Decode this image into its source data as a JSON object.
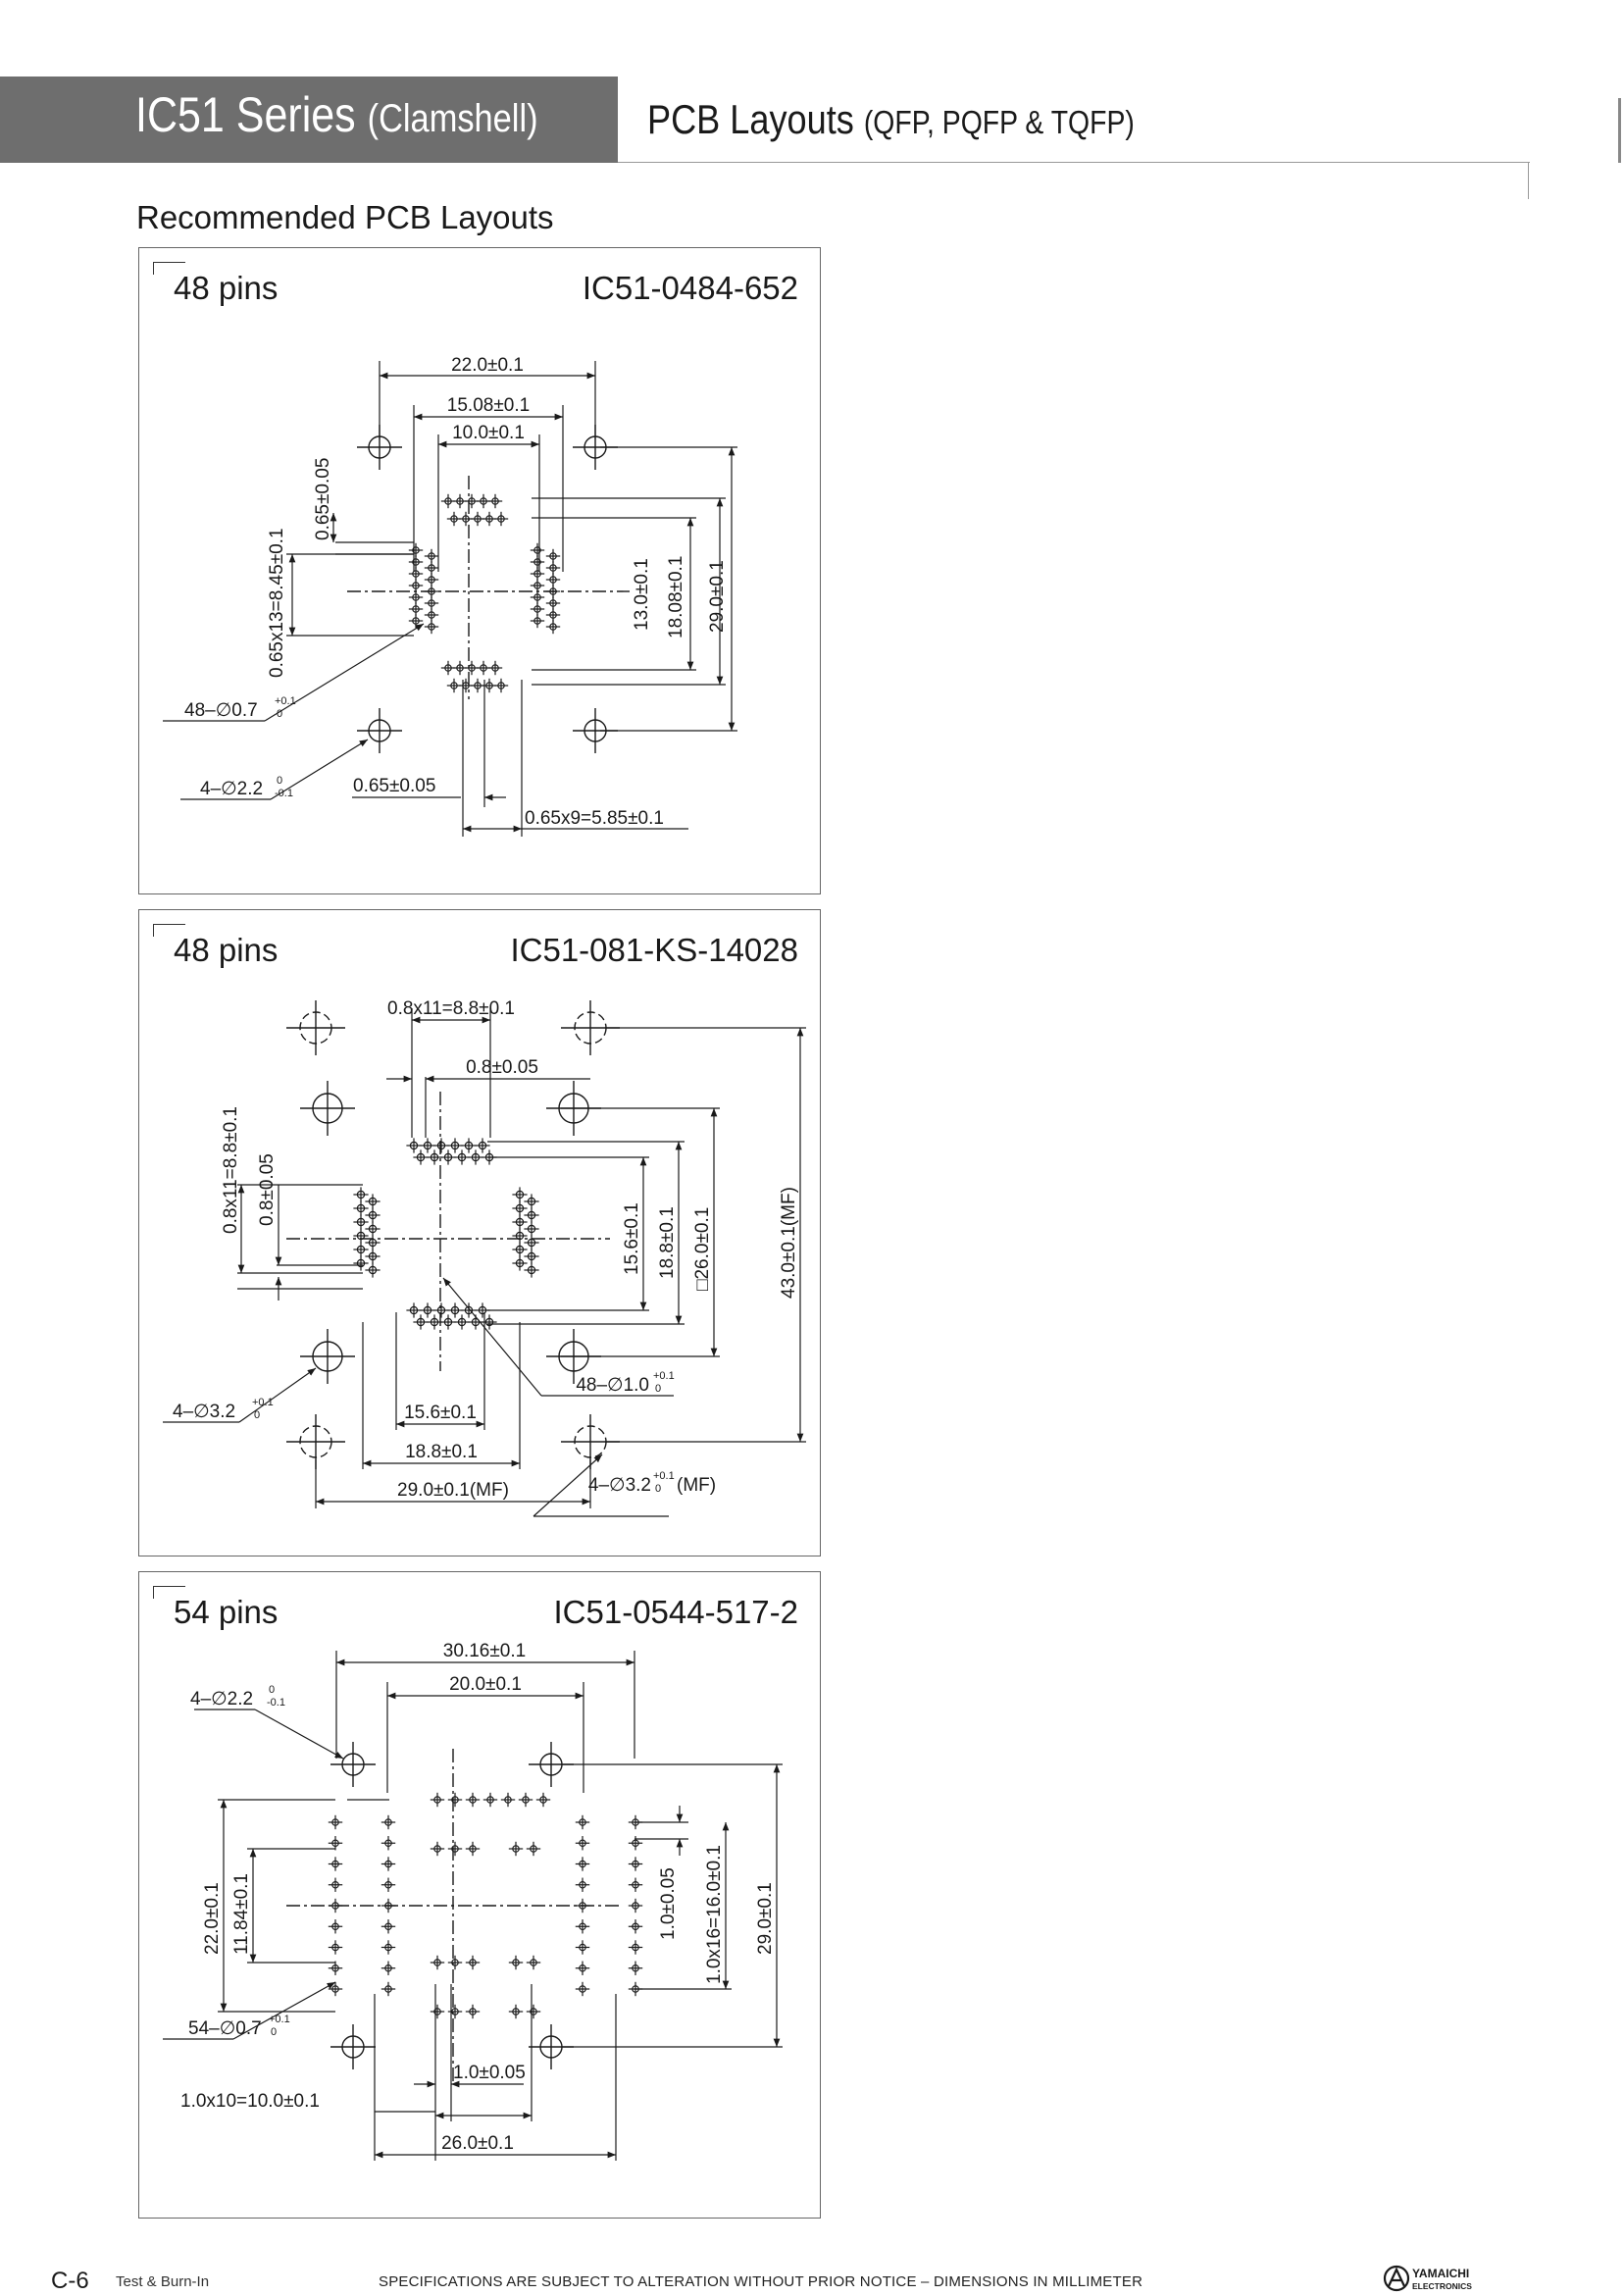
{
  "header": {
    "series_main": "IC51 Series",
    "series_sub": "(Clamshell)",
    "layout_main": "PCB Layouts",
    "layout_sub": "(QFP, PQFP & TQFP)"
  },
  "section_title": "Recommended PCB Layouts",
  "panels": [
    {
      "pins": "48 pins",
      "part": "IC51-0484-652",
      "dims": {
        "d1": "22.0±0.1",
        "d2": "15.08±0.1",
        "d3": "10.0±0.1",
        "d4": "0.65±0.05",
        "d5": "0.65x13=8.45±0.1",
        "d6": "13.0±0.1",
        "d7": "18.08±0.1",
        "d8": "29.0±0.1",
        "d9": "48–∅0.7",
        "d9tol_up": "+0.1",
        "d9tol_dn": "0",
        "d10": "4–∅2.2",
        "d10tol_up": "0",
        "d10tol_dn": "-0.1",
        "d11": "0.65±0.05",
        "d12": "0.65x9=5.85±0.1"
      }
    },
    {
      "pins": "48 pins",
      "part": "IC51-081-KS-14028",
      "dims": {
        "d1": "0.8x11=8.8±0.1",
        "d2": "0.8±0.05",
        "d3": "0.8x11=8.8±0.1",
        "d4": "0.8±0.05",
        "d5": "15.6±0.1",
        "d6": "18.8±0.1",
        "d7": "□26.0±0.1",
        "d8": "43.0±0.1(MF)",
        "d9": "48–∅1.0",
        "d9tol_up": "+0.1",
        "d9tol_dn": "0",
        "d10": "4–∅3.2",
        "d10tol_up": "+0.1",
        "d10tol_dn": "0",
        "d11": "15.6±0.1",
        "d12": "18.8±0.1",
        "d13": "29.0±0.1(MF)",
        "d14": "4–∅3.2",
        "d14tol_up": "+0.1",
        "d14tol_dn": "0",
        "d14suffix": "(MF)"
      }
    },
    {
      "pins": "54 pins",
      "part": "IC51-0544-517-2",
      "dims": {
        "d1": "30.16±0.1",
        "d2": "20.0±0.1",
        "d3": "4–∅2.2",
        "d3tol_up": "0",
        "d3tol_dn": "-0.1",
        "d4": "22.0±0.1",
        "d5": "11.84±0.1",
        "d6": "1.0±0.05",
        "d7": "1.0x16=16.0±0.1",
        "d8": "29.0±0.1",
        "d9": "54–∅0.7",
        "d9tol_up": "+0.1",
        "d9tol_dn": "0",
        "d10": "1.0±0.05",
        "d11": "1.0x10=10.0±0.1",
        "d12": "26.0±0.1"
      }
    }
  ],
  "footer": {
    "page": "C-6",
    "section": "Test & Burn-In",
    "notice": "SPECIFICATIONS ARE SUBJECT TO ALTERATION WITHOUT PRIOR NOTICE  –  DIMENSIONS IN MILLIMETER",
    "logo_line1": "YAMAICHI",
    "logo_line2": "ELECTRONICS"
  }
}
